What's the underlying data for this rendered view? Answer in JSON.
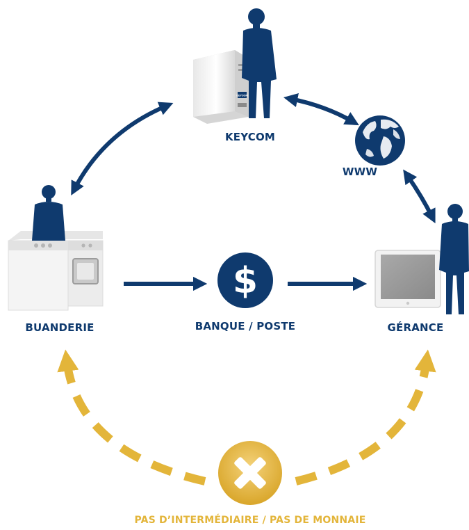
{
  "labels": {
    "keycom": "KEYCOM",
    "www": "WWW",
    "buanderie": "BUANDERIE",
    "banque": "BANQUE / POSTE",
    "gerance": "GÉRANCE",
    "pas": "PAS D’INTERMÉDIAIRE / PAS DE MONNAIE"
  },
  "device_brand": "KEYCOM",
  "colors": {
    "navy": "#0f3a6e",
    "gold": "#e3b53a",
    "appliance_white": "#f4f4f4",
    "screen_grey": "#9a9a9a"
  },
  "icons": {
    "bank": "dollar-icon",
    "none": "x-mark-icon",
    "www": "globe-icon"
  }
}
